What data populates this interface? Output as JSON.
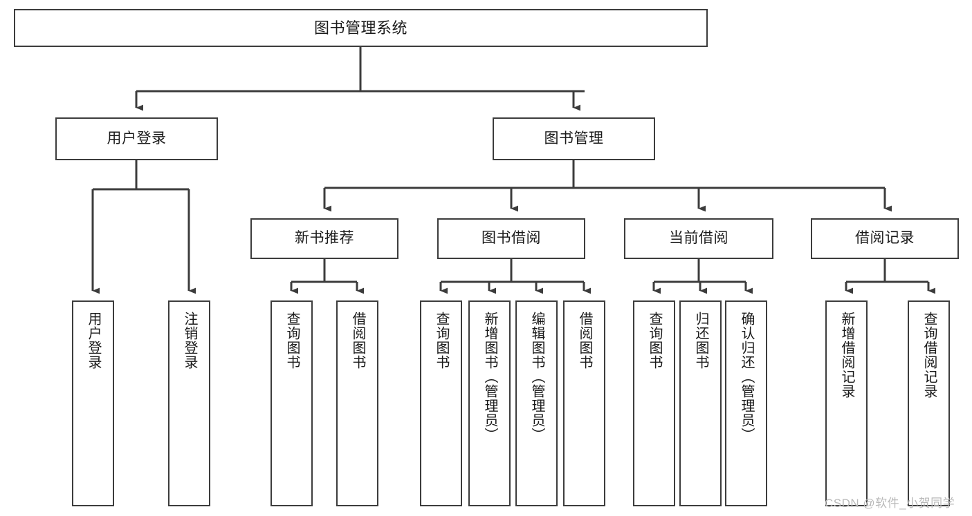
{
  "diagram": {
    "title": "图书管理系统",
    "type": "tree-hierarchy",
    "root": {
      "label": "图书管理系统"
    },
    "level2": [
      {
        "label": "用户登录"
      },
      {
        "label": "图书管理"
      }
    ],
    "level3": [
      {
        "label": "新书推荐"
      },
      {
        "label": "图书借阅"
      },
      {
        "label": "当前借阅"
      },
      {
        "label": "借阅记录"
      }
    ],
    "leaves": {
      "user_login": [
        {
          "label": "用户登录"
        },
        {
          "label": "注销登录"
        }
      ],
      "new_book_recommend": [
        {
          "label": "查询图书"
        },
        {
          "label": "借阅图书"
        }
      ],
      "book_borrow": [
        {
          "label": "查询图书"
        },
        {
          "label": "新增图书（管理员）"
        },
        {
          "label": "编辑图书（管理员）"
        },
        {
          "label": "借阅图书"
        }
      ],
      "current_borrow": [
        {
          "label": "查询图书"
        },
        {
          "label": "归还图书"
        },
        {
          "label": "确认归还（管理员）"
        }
      ],
      "borrow_record": [
        {
          "label": "新增借阅记录"
        },
        {
          "label": "查询借阅记录"
        }
      ]
    }
  },
  "watermark": {
    "text": "CSDN @软件_小贺同学"
  },
  "colors": {
    "stroke": "#3c3c3c",
    "background": "#ffffff",
    "text": "#1a1a1a",
    "watermark": "#b9b9b9"
  }
}
